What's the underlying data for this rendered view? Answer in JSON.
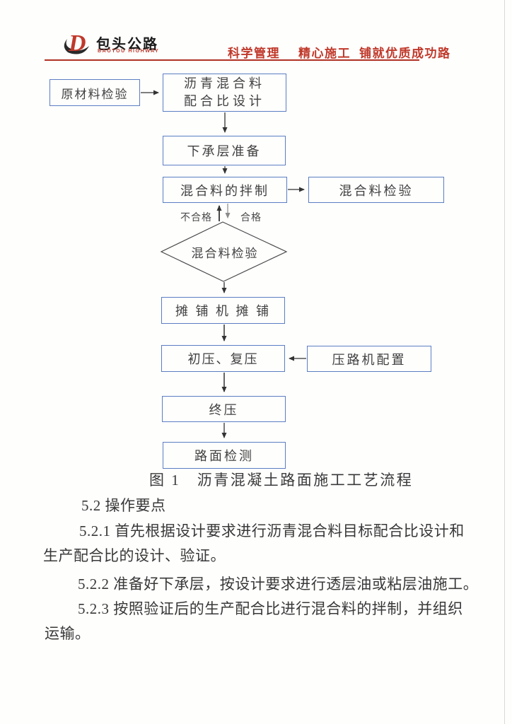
{
  "header": {
    "logo_name": "包头公路",
    "logo_subtitle": "BAOTOU HIGHWAY",
    "slogan_part1": "科学管理",
    "slogan_part2": "精心施工",
    "slogan_part3": "铺就优质成功路",
    "accent_color": "#c0392b",
    "rule_color": "#b03124"
  },
  "flowchart": {
    "box_border_color": "#5b7ec2",
    "nodes": {
      "raw_material_check": "原材料检验",
      "mix_design_line1": "沥青混合料",
      "mix_design_line2": "配合比设计",
      "subbase_prep": "下承层准备",
      "mix_blending": "混合料的拌制",
      "mix_check_box": "混合料检验",
      "mix_check_decision": "混合料检验",
      "paver_paving": "摊 铺 机 摊 铺",
      "initial_recompaction": "初压、复压",
      "roller_config": "压路机配置",
      "final_compaction": "终压",
      "pavement_check": "路面检测"
    },
    "edge_labels": {
      "fail": "不合格",
      "pass": "合格"
    },
    "caption": "图 1　沥青混凝土路面施工工艺流程"
  },
  "body": {
    "heading": "5.2 操作要点",
    "paragraphs": [
      "5.2.1  首先根据设计要求进行沥青混合料目标配合比设计和",
      "生产配合比的设计、验证。",
      "5.2.2  准备好下承层，按设计要求进行透层油或粘层油施工。",
      "5.2.3  按照验证后的生产配合比进行混合料的拌制，并组织",
      "运输。"
    ]
  }
}
